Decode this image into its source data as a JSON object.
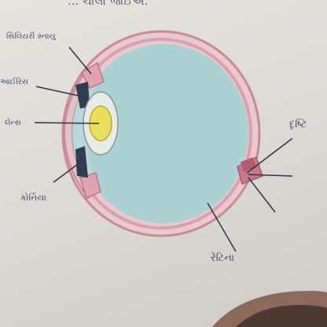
{
  "header_text": "… ચાલો જોઈએ.",
  "labels": {
    "ciliary_muscle": "સિલિયરી સ્નાયુ",
    "iris": "આઈરિસ",
    "lens": "લેન્સ",
    "cornea": "કોર્નિયા",
    "optic_nerve": "દૃષ્ટિ",
    "retina": "રેટિના"
  },
  "colors": {
    "vitreous": "#a9d2d0",
    "sclera": "#d79aa6",
    "lens": "#e7e05a",
    "iris": "#2e3d52",
    "line": "#2f3542"
  }
}
